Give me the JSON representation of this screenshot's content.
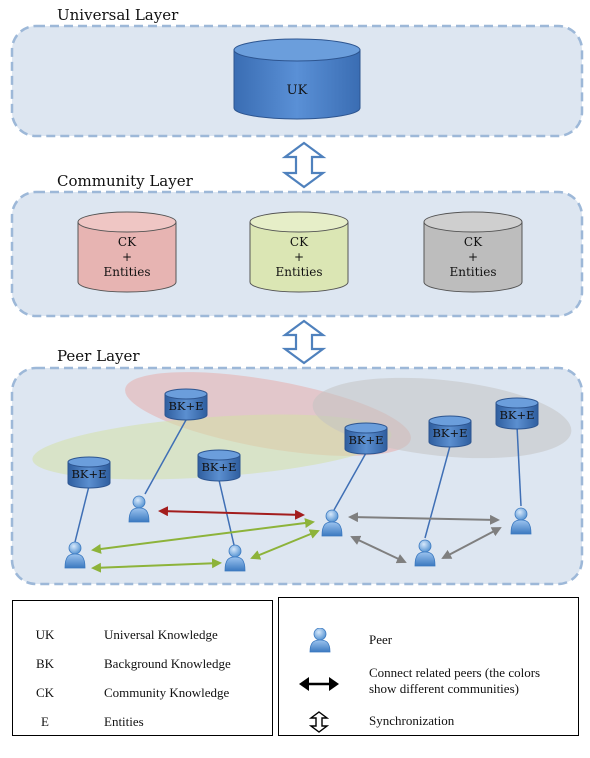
{
  "colors": {
    "panel_fill": "#dde6f1",
    "panel_border": "#9db8d8",
    "uk_cylinder": "#4a7fc4",
    "ck_red": "#e7b4b2",
    "ck_green": "#dbe6b4",
    "ck_gray": "#bdbdbd",
    "bk_cylinder": "#3f6fb5",
    "community_red": "#e6b3b3",
    "community_green": "#d8e3b0",
    "community_gray": "#c9c9c9",
    "link_red": "#a31d1d",
    "link_green": "#8db33a",
    "link_gray": "#7f7f7f",
    "peer_blue": "#5b9bd5"
  },
  "layers": {
    "universal": {
      "title": "Universal Layer",
      "store": "UK"
    },
    "community": {
      "title": "Community Layer",
      "stores": [
        {
          "lines": [
            "CK",
            "+",
            "Entities"
          ]
        },
        {
          "lines": [
            "CK",
            "+",
            "Entities"
          ]
        },
        {
          "lines": [
            "CK",
            "+",
            "Entities"
          ]
        }
      ]
    },
    "peer": {
      "title": "Peer Layer",
      "bk_label": "BK+E"
    }
  },
  "legend": {
    "abbreviations": [
      {
        "abbr": "UK",
        "desc": "Universal Knowledge"
      },
      {
        "abbr": "BK",
        "desc": "Background Knowledge"
      },
      {
        "abbr": "CK",
        "desc": "Community Knowledge"
      },
      {
        "abbr": "E",
        "desc": "Entities"
      }
    ],
    "symbols": {
      "peer": "Peer",
      "connect": "Connect related peers (the colors show different communities)",
      "sync": "Synchronization"
    },
    "icons": [
      "peer-icon",
      "double-arrow-icon",
      "sync-arrow-icon"
    ]
  }
}
